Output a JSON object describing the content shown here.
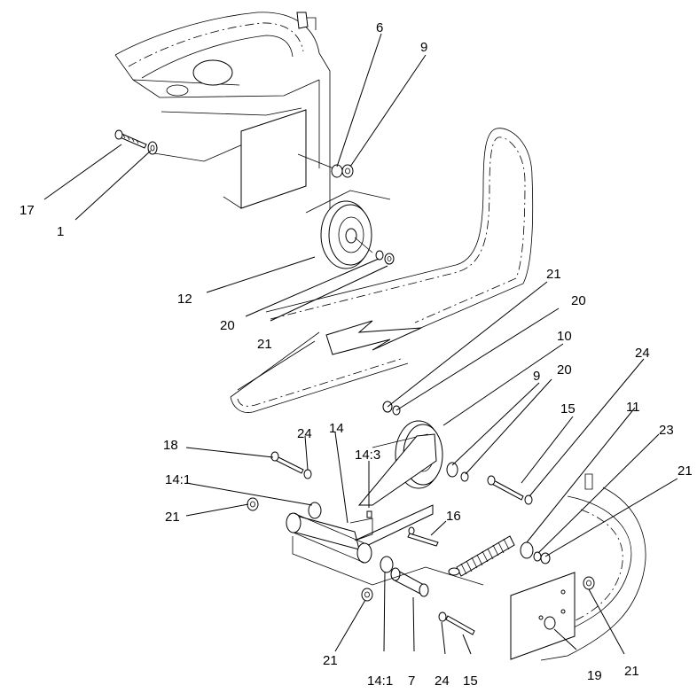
{
  "callouts": {
    "c6": "6",
    "c9a": "9",
    "c17": "17",
    "c1": "1",
    "c12": "12",
    "c20a": "20",
    "c21a": "21",
    "c21b": "21",
    "c20b": "20",
    "c10": "10",
    "c24a": "24",
    "c20c": "20",
    "c9b": "9",
    "c15a": "15",
    "c11": "11",
    "c23": "23",
    "c21c": "21",
    "c18": "18",
    "c24b": "24",
    "c14": "14",
    "c14_3": "14:3",
    "c14_1a": "14:1",
    "c21d": "21",
    "c16": "16",
    "c21e": "21",
    "c14_1b": "14:1",
    "c7": "7",
    "c24c": "24",
    "c15b": "15",
    "c19": "19",
    "c21f": "21"
  }
}
